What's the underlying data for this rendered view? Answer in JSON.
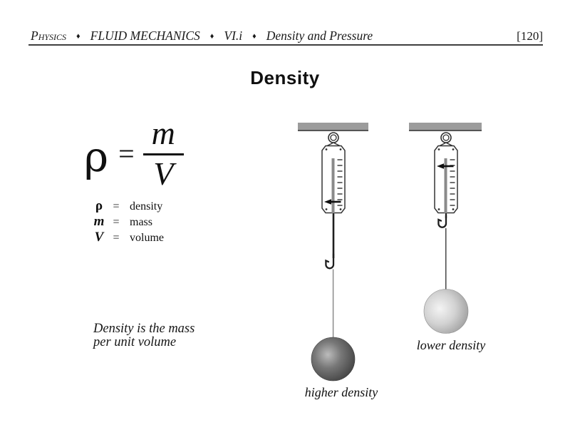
{
  "header": {
    "items": [
      "Physics",
      "FLUID MECHANICS",
      "VI.i",
      "Density and Pressure"
    ],
    "separator": "♦",
    "page_number": "[120]"
  },
  "title": "Density",
  "formula": {
    "symbol": "ρ",
    "equals": "=",
    "numerator": "m",
    "denominator": "V"
  },
  "legend": [
    {
      "symbol": "ρ",
      "equals": "=",
      "meaning": "density"
    },
    {
      "symbol": "m",
      "equals": "=",
      "meaning": "mass"
    },
    {
      "symbol": "V",
      "equals": "=",
      "meaning": "volume"
    }
  ],
  "caption": {
    "line1": "Density is the mass",
    "line2": "per unit volume"
  },
  "diagram": {
    "left_scale": {
      "label": "higher density",
      "pointer_position": "low"
    },
    "right_scale": {
      "label": "lower density",
      "pointer_position": "high"
    },
    "colors": {
      "bar": "#9c9c9c",
      "bar_edge": "#555555",
      "outline": "#333333",
      "rod": "#8a8a8a",
      "pointer": "#111111",
      "dark_ball_highlight": "#bcbcbc",
      "dark_ball_mid": "#787878",
      "dark_ball_edge": "#3d3d3d",
      "light_ball_highlight": "#f4f4f4",
      "light_ball_mid": "#d2d2d2",
      "light_ball_edge": "#969696"
    }
  }
}
